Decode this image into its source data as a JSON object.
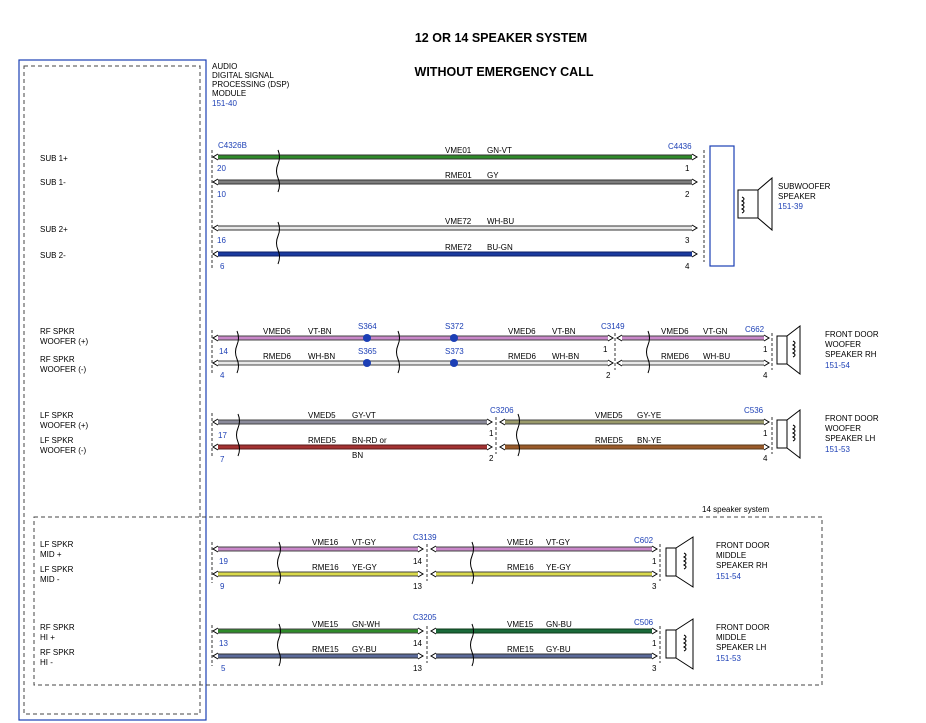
{
  "title_line1": "12 OR 14 SPEAKER SYSTEM",
  "title_line2": "WITHOUT EMERGENCY CALL",
  "module": {
    "name_lines": [
      "AUDIO",
      "DIGITAL SIGNAL",
      "PROCESSING (DSP)",
      "MODULE"
    ],
    "ref": "151-40"
  },
  "module_pins": [
    {
      "label_lines": [
        "SUB 1+"
      ]
    },
    {
      "label_lines": [
        "SUB 1-"
      ]
    },
    {
      "label_lines": [
        "SUB 2+"
      ]
    },
    {
      "label_lines": [
        "SUB 2-"
      ]
    },
    {
      "label_lines": [
        "RF SPKR",
        "WOOFER (+)"
      ]
    },
    {
      "label_lines": [
        "RF SPKR",
        "WOOFER (-)"
      ]
    },
    {
      "label_lines": [
        "LF SPKR",
        "WOOFER (+)"
      ]
    },
    {
      "label_lines": [
        "LF SPKR",
        "WOOFER (-)"
      ]
    },
    {
      "label_lines": [
        "LF SPKR",
        "MID +"
      ]
    },
    {
      "label_lines": [
        "LF SPKR",
        "MID -"
      ]
    },
    {
      "label_lines": [
        "RF SPKR",
        "HI +"
      ]
    },
    {
      "label_lines": [
        "RF SPKR",
        "HI -"
      ]
    }
  ],
  "connectors": {
    "c4326b": "C4326B",
    "c4436": "C4436",
    "c3149": "C3149",
    "c662": "C662",
    "c3206": "C3206",
    "c536": "C536",
    "c3139": "C3139",
    "c602": "C602",
    "c3205": "C3205",
    "c506": "C506"
  },
  "splices": [
    "S364",
    "S365",
    "S372",
    "S373"
  ],
  "pins": {
    "p20": "20",
    "p10": "10",
    "p16": "16",
    "p6": "6",
    "p14": "14",
    "p4": "4",
    "p17": "17",
    "p7": "7",
    "p19": "19",
    "p9": "9",
    "p13": "13",
    "p5": "5",
    "sub1": "1",
    "sub2": "2",
    "sub3": "3",
    "sub4": "4",
    "rf_c3149_1": "1",
    "rf_c3149_2": "2",
    "rf_c662_1": "1",
    "rf_c662_4": "4",
    "lf_c3206_1": "1",
    "lf_c3206_2": "2",
    "lf_c536_1": "1",
    "lf_c536_4": "4",
    "mid_c3139_14": "14",
    "mid_c3139_13": "13",
    "mid_c602_1": "1",
    "mid_c602_3": "3",
    "hi_c3205_14": "14",
    "hi_c3205_13": "13",
    "hi_c506_1": "1",
    "hi_c506_3": "3"
  },
  "wires": {
    "vme01": "VME01",
    "gn_vt": "GN-VT",
    "rme01": "RME01",
    "gy": "GY",
    "vme72": "VME72",
    "wh_bu": "WH-BU",
    "rme72": "RME72",
    "bu_gn": "BU-GN",
    "vmed6_a": "VMED6",
    "vt_bn_a": "VT-BN",
    "rmed6_a": "RMED6",
    "wh_bn_a": "WH-BN",
    "vmed6_b": "VMED6",
    "vt_bn_b": "VT-BN",
    "rmed6_b": "RMED6",
    "wh_bn_b": "WH-BN",
    "vmed6_c": "VMED6",
    "vt_gn": "VT-GN",
    "rmed6_c": "RMED6",
    "wh_bu_c": "WH-BU",
    "vmed5_a": "VMED5",
    "gy_vt": "GY-VT",
    "rmed5_a": "RMED5",
    "bn_rd_or": "BN-RD   or",
    "bn": "BN",
    "vmed5_b": "VMED5",
    "gy_ye": "GY-YE",
    "rmed5_b": "RMED5",
    "bn_ye": "BN-YE",
    "vme16_a": "VME16",
    "vt_gy_a": "VT-GY",
    "rme16_a": "RME16",
    "ye_gy_a": "YE-GY",
    "vme16_b": "VME16",
    "vt_gy_b": "VT-GY",
    "rme16_b": "RME16",
    "ye_gy_b": "YE-GY",
    "vme15_a": "VME15",
    "gn_wh": "GN-WH",
    "rme15_a": "RME15",
    "gy_bu_a": "GY-BU",
    "vme15_b": "VME15",
    "gn_bu": "GN-BU",
    "rme15_b": "RME15",
    "gy_bu_b": "GY-BU"
  },
  "speakers": {
    "sub": {
      "lines": [
        "SUBWOOFER",
        "SPEAKER"
      ],
      "ref": "151-39"
    },
    "fdw_rh": {
      "lines": [
        "FRONT DOOR",
        "WOOFER",
        "SPEAKER RH"
      ],
      "ref": "151-54"
    },
    "fdw_lh": {
      "lines": [
        "FRONT DOOR",
        "WOOFER",
        "SPEAKER LH"
      ],
      "ref": "151-53"
    },
    "fdm_rh": {
      "lines": [
        "FRONT DOOR",
        "MIDDLE",
        "SPEAKER RH"
      ],
      "ref": "151-54"
    },
    "fdm_lh": {
      "lines": [
        "FRONT DOOR",
        "MIDDLE",
        "SPEAKER LH"
      ],
      "ref": "151-53"
    }
  },
  "option_label": "14 speaker system",
  "colors": {
    "connector_blue": "#1c3fb5",
    "green": "#2f8a2a",
    "gray": "#7d7d7d",
    "white": "#e8e8e8",
    "blue": "#1a3a9e",
    "violet": "#c987c9",
    "yellow": "#d9d94a",
    "olive": "#9a9a6a",
    "brown_red": "#a33232",
    "brown": "#9a5a2a",
    "navy_gray": "#5a6a9a"
  }
}
